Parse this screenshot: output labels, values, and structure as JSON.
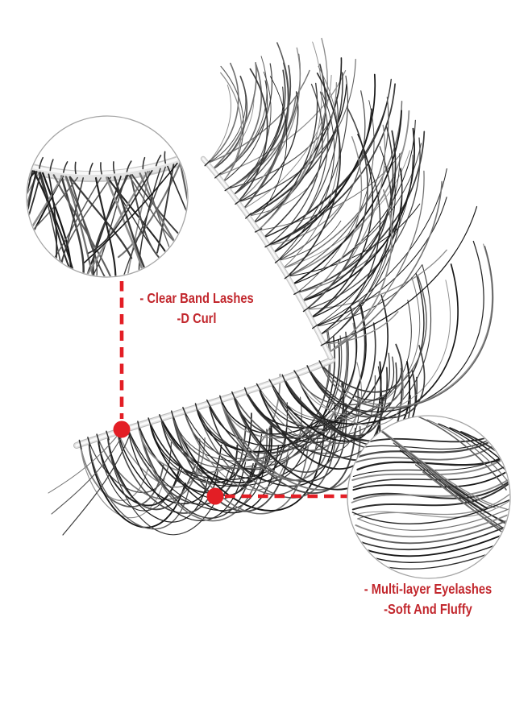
{
  "image": {
    "background": "#ffffff",
    "description": "False eyelash strip product photo with two magnified circular detail callouts"
  },
  "colors": {
    "annotation_red": "#e31e25",
    "label_text_red": "#c2272d",
    "band_gray": "#e2e2e2",
    "band_edge_gray": "#b9b9b9",
    "band_highlight": "#fafafa",
    "circle_border_gray": "#a5a5a5",
    "lash_grays": [
      "#161616",
      "#222222",
      "#2e2e2e",
      "#3c3c3c",
      "#4a4a4a",
      "#5d5d5d",
      "#737373",
      "#8c8c8c"
    ]
  },
  "callouts": {
    "clear_band": {
      "line1": "- Clear Band Lashes",
      "line2": "-D Curl"
    },
    "multi_layer": {
      "line1": "- Multi-layer Eyelashes",
      "line2": "-Soft And Fluffy"
    }
  },
  "icons": {
    "feature_dot": "red-filled-circle-marker",
    "callout_line": "red-dashed-leader-line",
    "magnifier_circle": "zoom-detail-circle"
  }
}
